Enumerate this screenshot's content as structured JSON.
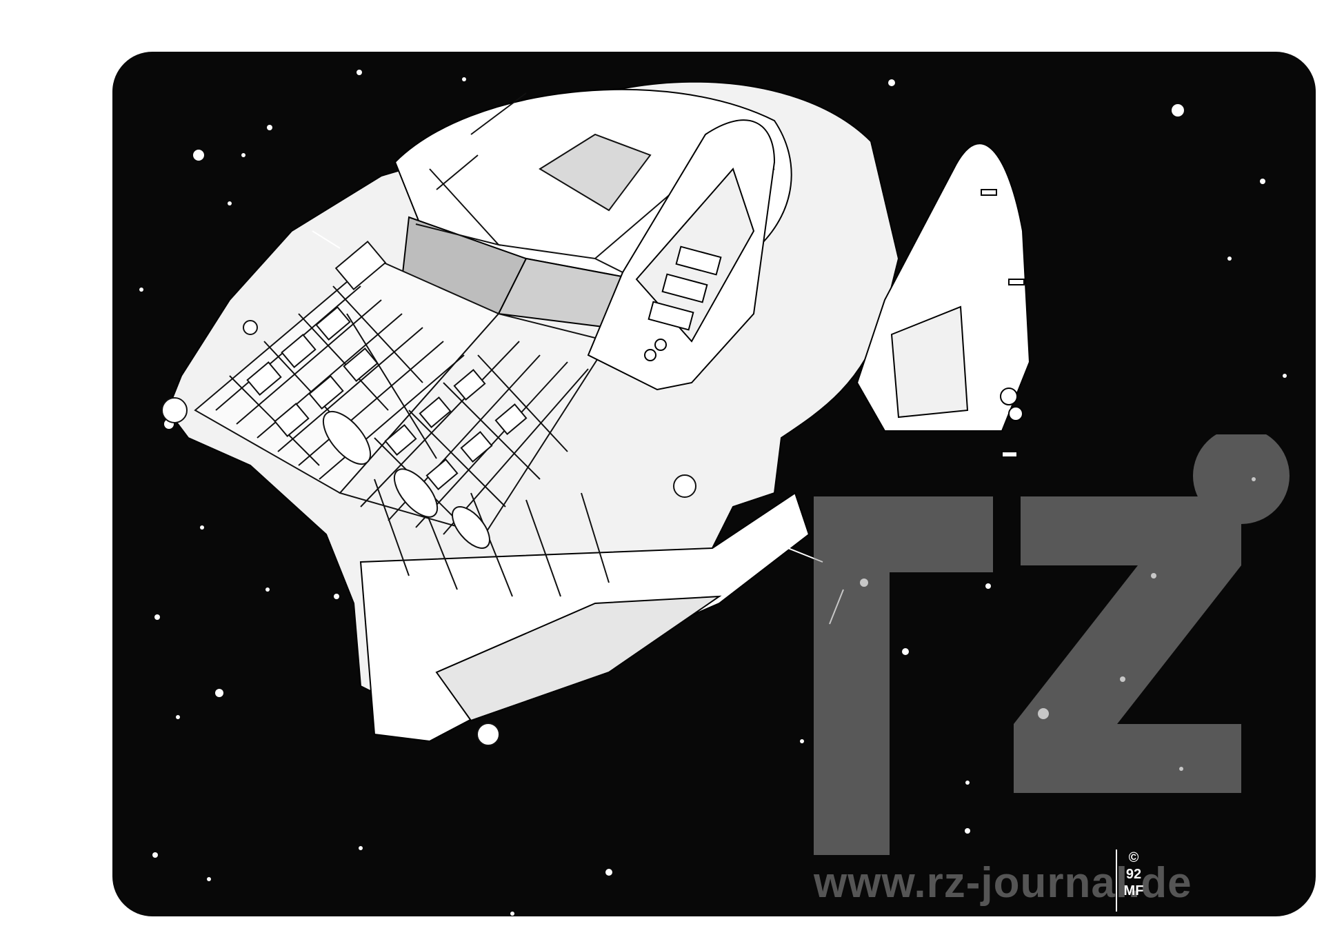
{
  "artwork": {
    "subject": "spaceship-cutaway",
    "background_color": "#080808",
    "line_color": "#ffffff",
    "shade_color": "#bdbdbd"
  },
  "signature": {
    "copyright": "©",
    "year": "92",
    "initials": "MF"
  },
  "watermark": {
    "url": "www.rz-journal.de",
    "logo": "rz-logo-icon"
  }
}
